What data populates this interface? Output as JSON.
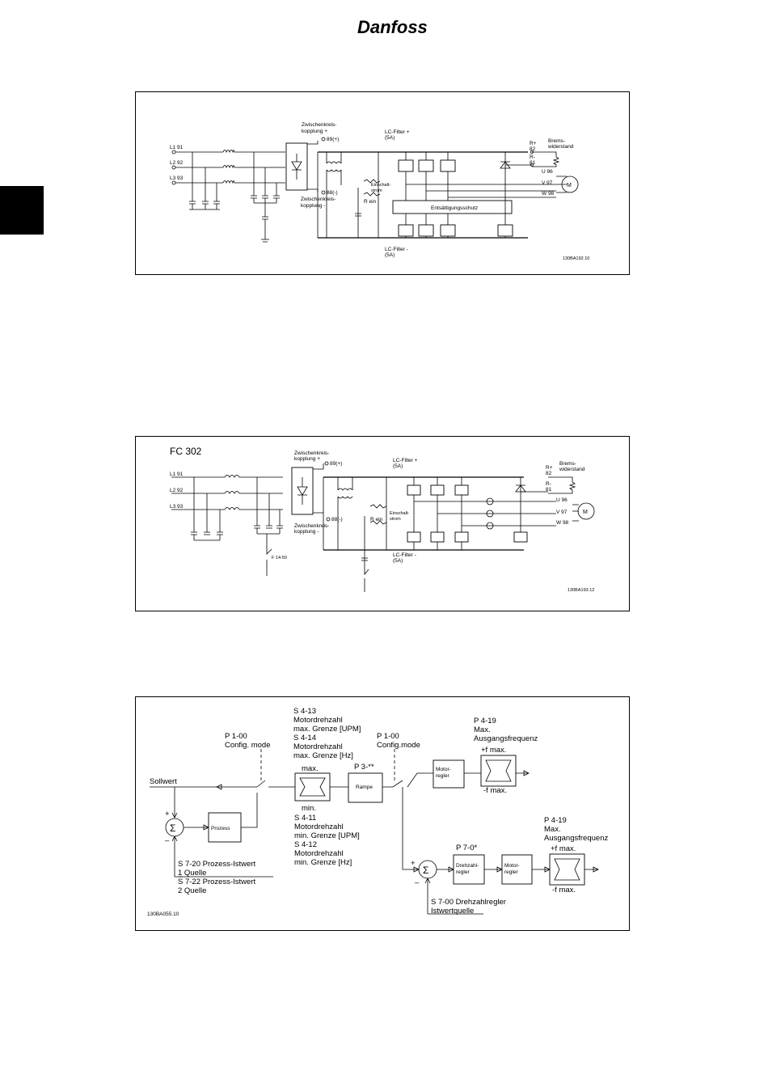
{
  "header": {
    "brand": "Danfoss"
  },
  "diagram1": {
    "inputs": [
      "L1 91",
      "L2 92",
      "L3 93"
    ],
    "dc_plus": [
      "Zwischenkreis-",
      "kopplung +"
    ],
    "dc_plus_term": "89(+)",
    "dc_minus_term": "88(-)",
    "dc_minus": [
      "Zwischenkreis-",
      "kopplung -"
    ],
    "lc_plus": [
      "LC-Filter +",
      "(5A)"
    ],
    "lc_minus": [
      "LC-Filter -",
      "(5A)"
    ],
    "r_ein": "R ein",
    "inrush": [
      "Einschalt-",
      "strom"
    ],
    "brake_terms": [
      "R+",
      "82",
      "R-",
      "81"
    ],
    "brake_res": [
      "Brems-",
      "widerstand"
    ],
    "outputs": [
      "U 96",
      "V 97",
      "W 98"
    ],
    "motor": "M",
    "protection": "Entsättigungsschutz",
    "code": "130BA192.10"
  },
  "diagram2": {
    "title": "FC 302",
    "inputs": [
      "L1 91",
      "L2 92",
      "L3 93"
    ],
    "dc_plus": [
      "Zwischenkreis-",
      "kopplung +"
    ],
    "dc_plus_term": "89(+)",
    "dc_minus_term": "88(-)",
    "dc_minus": [
      "Zwischenkreis-",
      "kopplung -"
    ],
    "lc_plus": [
      "LC-Filter +",
      "(5A)"
    ],
    "lc_minus": [
      "LC-Filter -",
      "(5A)"
    ],
    "r_ein": "R ein",
    "inrush": [
      "Einschalt-",
      "strom"
    ],
    "brake_terms": [
      "R+",
      "82",
      "R-",
      "81"
    ],
    "brake_res": [
      "Brems-",
      "widerstand"
    ],
    "outputs": [
      "U 96",
      "V 97",
      "W 98"
    ],
    "motor": "M",
    "switch": "F 14-50",
    "code": "130BA193.12"
  },
  "diagram3": {
    "s4_13": [
      "S 4-13",
      "Motordrehzahl",
      "max. Grenze [UPM]",
      "S 4-14",
      "Motordrehzahl",
      "max. Grenze [Hz]"
    ],
    "p1_00_a": [
      "P 1-00",
      "Config. mode"
    ],
    "p1_00_b": [
      "P 1-00",
      "Config.mode"
    ],
    "p4_19_a": [
      "P 4-19",
      "Max.",
      "Ausgangsfrequenz"
    ],
    "p4_19_b": [
      "P 4-19",
      "Max.",
      "Ausgangsfrequenz"
    ],
    "sollwert": "Sollwert",
    "max": "max.",
    "min": "min.",
    "p3": "P 3-**",
    "rampe": "Rampe",
    "motor_regler": [
      "Motor-",
      "regler"
    ],
    "f_max_pos": "+f max.",
    "f_max_neg": "-f max.",
    "prozess": "Prozess",
    "s4_11": [
      "S 4-11",
      "Motordrehzahl",
      "min. Grenze [UPM]",
      "S 4-12",
      "Motordrehzahl",
      "min. Grenze [Hz]"
    ],
    "s7_20": [
      "S 7-20 Prozess-Istwert",
      "1 Quelle",
      "S 7-22 Prozess-Istwert",
      "2 Quelle"
    ],
    "p7_0": "P 7-0*",
    "drehzahl_regler": [
      "Drehzahl-",
      "regler"
    ],
    "s7_00": [
      "S 7-00 Drehzahlregler",
      "Istwertquelle"
    ],
    "sum": "Σ",
    "plus": "+",
    "minus": "–",
    "code": "130BA055.10"
  }
}
